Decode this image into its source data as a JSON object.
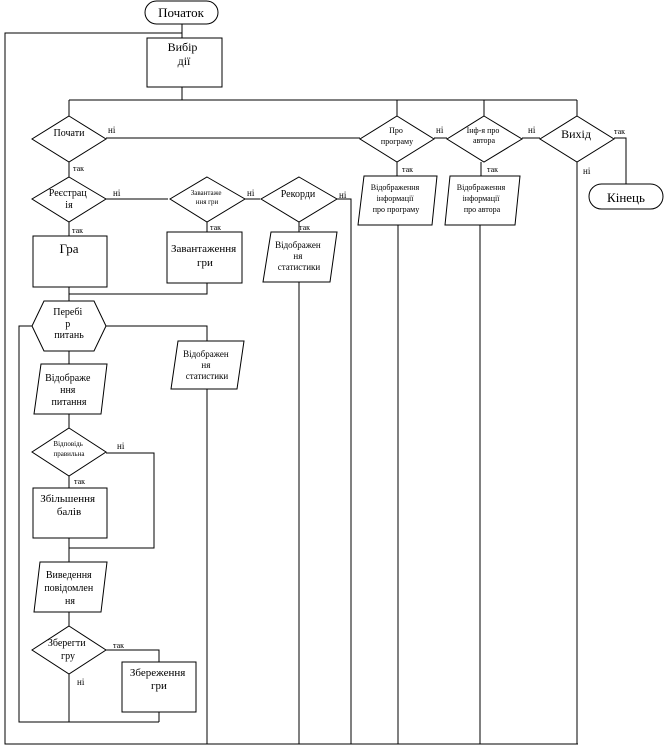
{
  "nodes": {
    "start": {
      "label": "Початок"
    },
    "choose_action": {
      "lines": [
        "Вибір",
        "дії"
      ]
    },
    "start_game": {
      "label": "Почати"
    },
    "about_program": {
      "lines": [
        "Про",
        "програму"
      ]
    },
    "author_info": {
      "lines": [
        "Інф-я про",
        "автора"
      ]
    },
    "exit": {
      "label": "Вихід"
    },
    "end": {
      "label": "Кінець"
    },
    "registration": {
      "lines": [
        "Реєстрац",
        "ія"
      ]
    },
    "load_game_q": {
      "lines": [
        "Завантаже",
        "ння гри"
      ]
    },
    "records": {
      "label": "Рекорди"
    },
    "show_program_info": {
      "lines": [
        "Відображення",
        "інформації",
        "про програму"
      ]
    },
    "show_author_info": {
      "lines": [
        "Відображення",
        "інформації",
        "про автора"
      ]
    },
    "game": {
      "label": "Гра"
    },
    "loading_game": {
      "lines": [
        "Завантаження",
        "гри"
      ]
    },
    "show_stats_records": {
      "lines": [
        "Відображен",
        "ня",
        "статистики"
      ]
    },
    "question_loop": {
      "lines": [
        "Перебі",
        "р",
        "питань"
      ]
    },
    "show_stats_game": {
      "lines": [
        "Відображен",
        "ня",
        "статистики"
      ]
    },
    "show_question": {
      "lines": [
        "Відображе",
        "ння",
        "питання"
      ]
    },
    "answer_correct": {
      "lines": [
        "Відповідь",
        "правильна"
      ]
    },
    "increase_score": {
      "lines": [
        "Збільшення",
        "балів"
      ]
    },
    "show_message": {
      "lines": [
        "Виведення",
        "повідомлен",
        "ня"
      ]
    },
    "save_game_q": {
      "lines": [
        "Зберегти",
        "гру"
      ]
    },
    "saving_game": {
      "lines": [
        "Збереження",
        "гри"
      ]
    }
  },
  "edge_labels": {
    "start_game_no": "ні",
    "start_game_yes": "так",
    "about_no": "ні",
    "about_yes": "так",
    "author_no": "ні",
    "author_yes": "так",
    "exit_yes": "так",
    "exit_no": "ні",
    "registration_no": "ні",
    "registration_yes": "так",
    "load_no": "ні",
    "load_yes": "так",
    "records_no": "ні",
    "records_yes": "так",
    "answer_no": "ні",
    "answer_yes": "так",
    "save_yes": "так",
    "save_no": "ні"
  }
}
